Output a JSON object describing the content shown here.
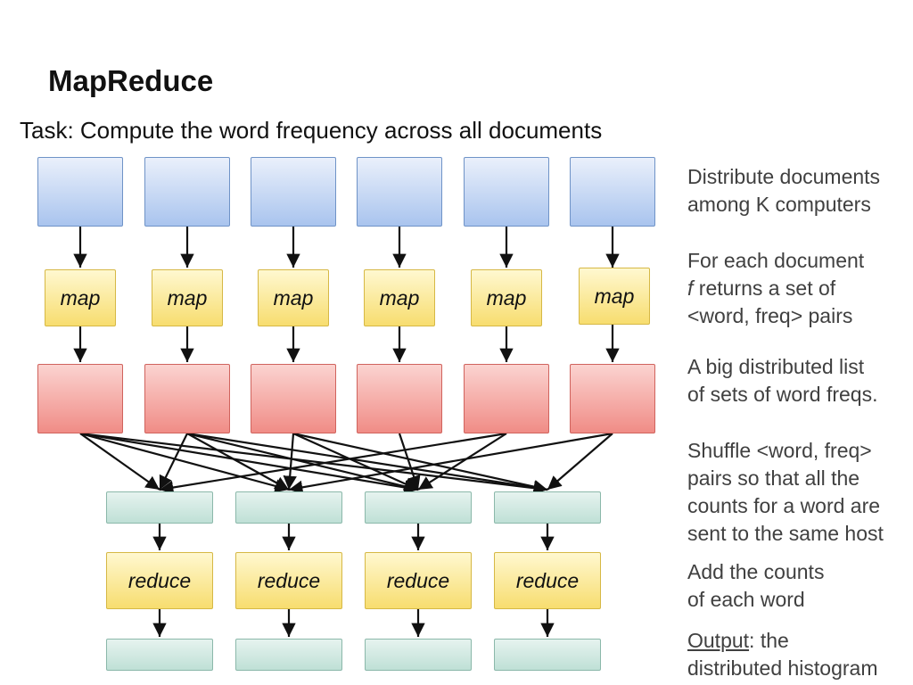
{
  "title": "MapReduce",
  "task": "Task: Compute the word frequency across all documents",
  "map_label": "map",
  "reduce_label": "reduce",
  "descriptions": {
    "distribute": [
      "Distribute documents",
      "among K computers"
    ],
    "map_fn": {
      "line1": "For each document",
      "f": "f",
      "line2_rest": " returns a set of",
      "line3": "<word, freq> pairs"
    },
    "list": [
      "A big distributed list",
      "of sets of word freqs."
    ],
    "shuffle": [
      "Shuffle <word, freq>",
      "pairs so that all the",
      "counts for a word are",
      "sent to the same host"
    ],
    "add": [
      "Add the counts",
      "of each word"
    ],
    "output": {
      "underlined": "Output",
      "rest": ": the",
      "line2": "distributed histogram"
    }
  },
  "colors": {
    "document": "#a9c4ee",
    "map": "#f7dd6f",
    "list": "#f08c86",
    "shuffle": "#bfe0d6",
    "reduce": "#f7dd6f",
    "arrow": "#111111",
    "description_text": "#404040"
  }
}
